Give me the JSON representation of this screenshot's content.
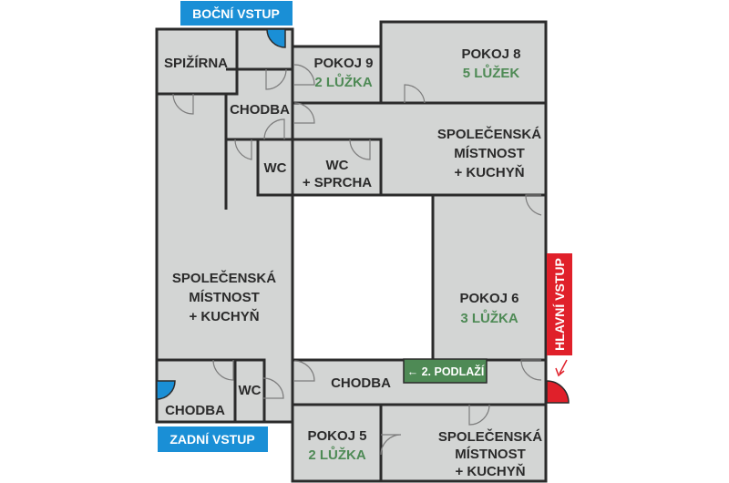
{
  "entrances": {
    "side": "BOČNÍ VSTUP",
    "back": "ZADNÍ VSTUP",
    "main": "HLAVNÍ VSTUP"
  },
  "stairs_sign": "← 2. PODLAŽÍ",
  "rooms": {
    "pantry": "SPIŽÍRNA",
    "corridor_top": "CHODBA",
    "wc_top": "WC",
    "wc_shower": [
      "WC",
      "+ SPRCHA"
    ],
    "room9": {
      "name": "POKOJ 9",
      "beds": "2 LŮŽKA"
    },
    "room8": {
      "name": "POKOJ 8",
      "beds": "5 LŮŽEK"
    },
    "common_top": [
      "SPOLEČENSKÁ",
      "MÍSTNOST",
      "+ KUCHYŇ"
    ],
    "common_left": [
      "SPOLEČENSKÁ",
      "MÍSTNOST",
      "+ KUCHYŇ"
    ],
    "room6": {
      "name": "POKOJ 6",
      "beds": "3 LŮŽKA"
    },
    "corridor_bottom": "CHODBA",
    "corridor_back": "CHODBA",
    "wc_bottom": "WC",
    "room5": {
      "name": "POKOJ 5",
      "beds": "2 LŮŽKA"
    },
    "common_bottom": [
      "SPOLEČENSKÁ",
      "MÍSTNOST",
      "+ KUCHYŇ"
    ]
  },
  "colors": {
    "entrance_blue": "#1a8fd6",
    "main_red": "#e0202a",
    "sign_green": "#4e8a55"
  }
}
